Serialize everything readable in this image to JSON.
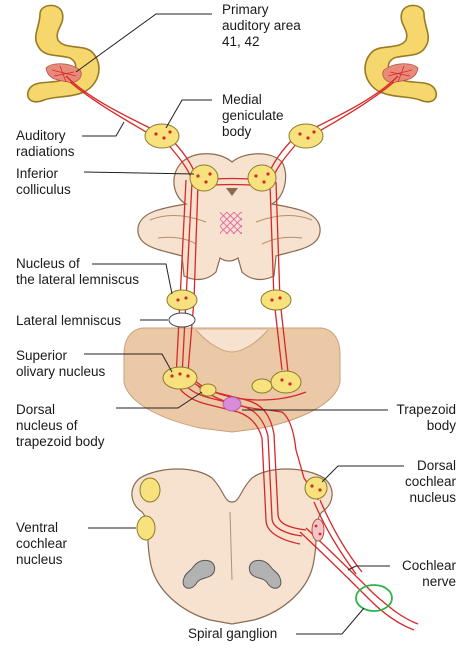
{
  "labels": {
    "primary_auditory": [
      "Primary",
      "auditory  area",
      "41, 42"
    ],
    "medial_geniculate": [
      "Medial",
      "geniculate",
      "body"
    ],
    "auditory_radiations": [
      "Auditory",
      "radiations"
    ],
    "inferior_colliculus": [
      "Inferior",
      "colliculus"
    ],
    "nucleus_lateral_lemniscus": [
      "Nucleus of",
      "the lateral lemniscus"
    ],
    "lateral_lemniscus": [
      "Lateral lemniscus"
    ],
    "superior_olivary": [
      "Superior",
      "olivary nucleus"
    ],
    "dorsal_trapezoid": [
      "Dorsal",
      "nucleus of",
      "trapezoid body"
    ],
    "trapezoid_body": [
      "Trapezoid",
      "body"
    ],
    "dorsal_cochlear": [
      "Dorsal",
      "cochlear",
      "nucleus"
    ],
    "ventral_cochlear": [
      "Ventral",
      "cochlear",
      "nucleus"
    ],
    "cochlear_nerve": [
      "Cochlear",
      "nerve"
    ],
    "spiral_ganglion": [
      "Spiral ganglion"
    ]
  },
  "colors": {
    "tract": "#d62828",
    "tissue": "#f6e2cf",
    "nucleus": "#f7e27e",
    "cortex": "#f5d76e",
    "ganglion_ring": "#2db34a",
    "crosshatch": "#e05a9a"
  }
}
